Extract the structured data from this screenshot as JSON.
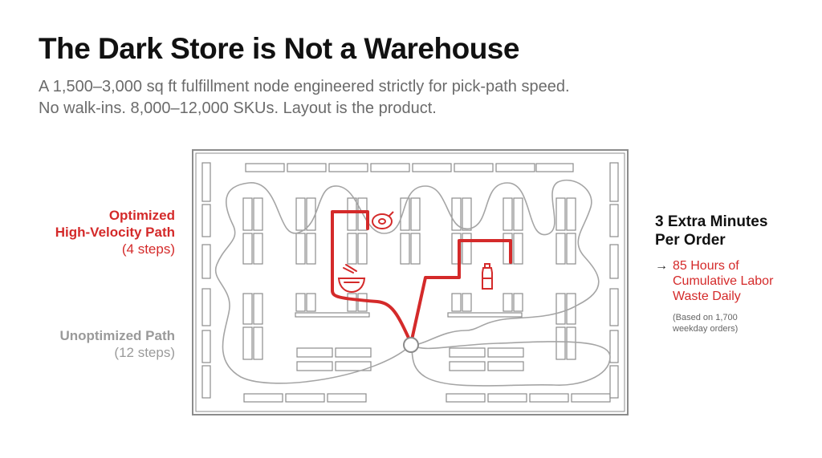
{
  "header": {
    "title": "The Dark Store is Not a Warehouse",
    "subtitle_line1": "A 1,500–3,000 sq ft fulfillment node engineered strictly for pick-path speed.",
    "subtitle_line2": "No walk-ins. 8,000–12,000 SKUs. Layout is the product."
  },
  "legend": {
    "optimized_line1": "Optimized",
    "optimized_line2": "High-Velocity Path",
    "optimized_steps": "(4 steps)",
    "unoptimized_line1": "Unoptimized Path",
    "unoptimized_steps": "(12 steps)"
  },
  "stat": {
    "headline_line1": "3 Extra Minutes",
    "headline_line2": "Per Order",
    "arrow": "→",
    "impact_line1": "85 Hours of",
    "impact_line2": "Cumulative Labor",
    "impact_line3": "Waste Daily",
    "note_line1": "(Based on 1,700",
    "note_line2": "weekday orders)"
  },
  "icons": [
    "meat-icon",
    "noodle-bowl-icon",
    "bottle-icon"
  ],
  "colors": {
    "accent": "#d42a2a",
    "path_gray": "#a5a5a5",
    "shelf": "#8c8c8c"
  }
}
